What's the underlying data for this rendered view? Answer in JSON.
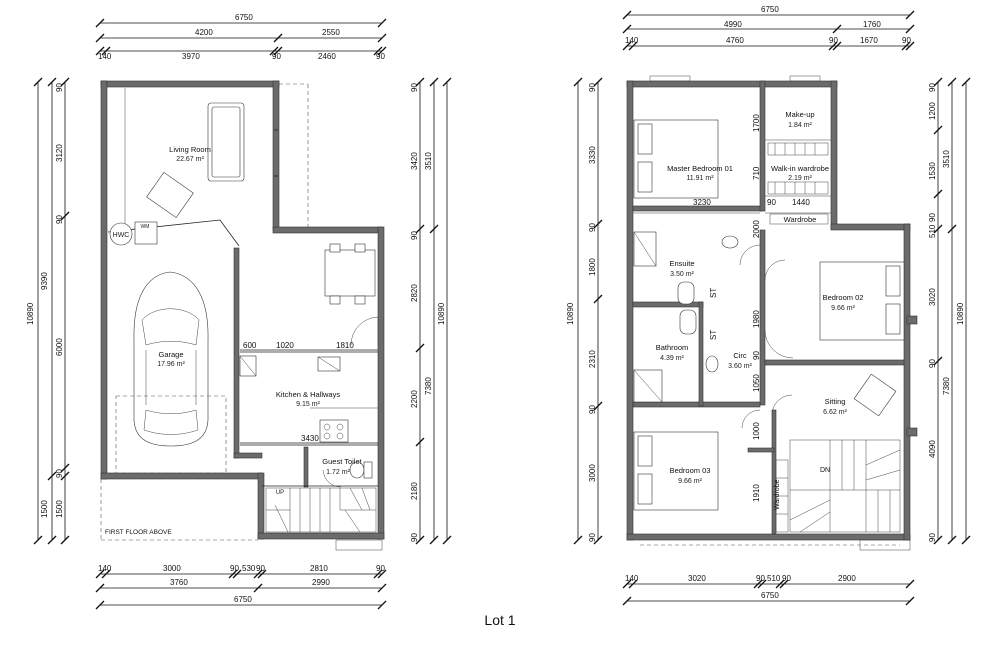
{
  "title": "Lot 1",
  "ground_floor": {
    "top_dims": [
      "6750",
      "4200",
      "2550",
      "140",
      "3970",
      "90",
      "2460",
      "90"
    ],
    "left_dims": [
      "10890",
      "9390",
      "90",
      "3120",
      "90",
      "6000",
      "90",
      "1500",
      "1500"
    ],
    "right_dims": [
      "90",
      "3420",
      "3510",
      "90",
      "2820",
      "10890",
      "7380",
      "2200",
      "2180",
      "90"
    ],
    "bottom_dims": [
      "140",
      "3000",
      "90",
      "530",
      "90",
      "2810",
      "90",
      "3760",
      "2990",
      "6750"
    ],
    "inner_dims": [
      "600",
      "1020",
      "1810",
      "3430"
    ],
    "rooms": [
      {
        "name": "Living Room",
        "area": "22.67 m²"
      },
      {
        "name": "Garage",
        "area": "17.96 m²"
      },
      {
        "name": "Kitchen & Hallways",
        "area": "9.15 m²"
      },
      {
        "name": "Guest Toilet",
        "area": "1.72 m²"
      }
    ],
    "labels": {
      "hwc": "HWC",
      "wm": "WM",
      "up": "UP",
      "first_floor_above": "FIRST FLOOR ABOVE"
    }
  },
  "first_floor": {
    "top_dims": [
      "6750",
      "4990",
      "1760",
      "140",
      "4760",
      "90",
      "1670",
      "90"
    ],
    "left_dims": [
      "10890",
      "90",
      "3330",
      "90",
      "1800",
      "2310",
      "90",
      "3000",
      "90"
    ],
    "right_dims": [
      "90",
      "1200",
      "3510",
      "1530",
      "90",
      "510",
      "3020",
      "10890",
      "90",
      "7380",
      "4090",
      "90"
    ],
    "bottom_dims": [
      "140",
      "3020",
      "90",
      "510",
      "90",
      "2900",
      "6750"
    ],
    "inner_dims": [
      "3230",
      "90",
      "1440",
      "1700",
      "710",
      "2000",
      "1980",
      "90",
      "1050",
      "1000",
      "1910"
    ],
    "rooms": [
      {
        "name": "Master Bedroom 01",
        "area": "11.91 m²"
      },
      {
        "name": "Make-up",
        "area": "1.84 m²"
      },
      {
        "name": "Walk-in wardrobe",
        "area": "2.19 m²"
      },
      {
        "name": "Wardrobe",
        "area": ""
      },
      {
        "name": "Ensuite",
        "area": "3.50 m²"
      },
      {
        "name": "Bedroom 02",
        "area": "9.66 m²"
      },
      {
        "name": "Bathroom",
        "area": "4.39 m²"
      },
      {
        "name": "Circ",
        "area": "3.60 m²"
      },
      {
        "name": "Sitting",
        "area": "6.62 m²"
      },
      {
        "name": "Bedroom 03",
        "area": "9.66 m²"
      }
    ],
    "labels": {
      "st1": "ST",
      "st2": "ST",
      "dn": "DN",
      "wardrobe2": "Wardrobe"
    }
  }
}
